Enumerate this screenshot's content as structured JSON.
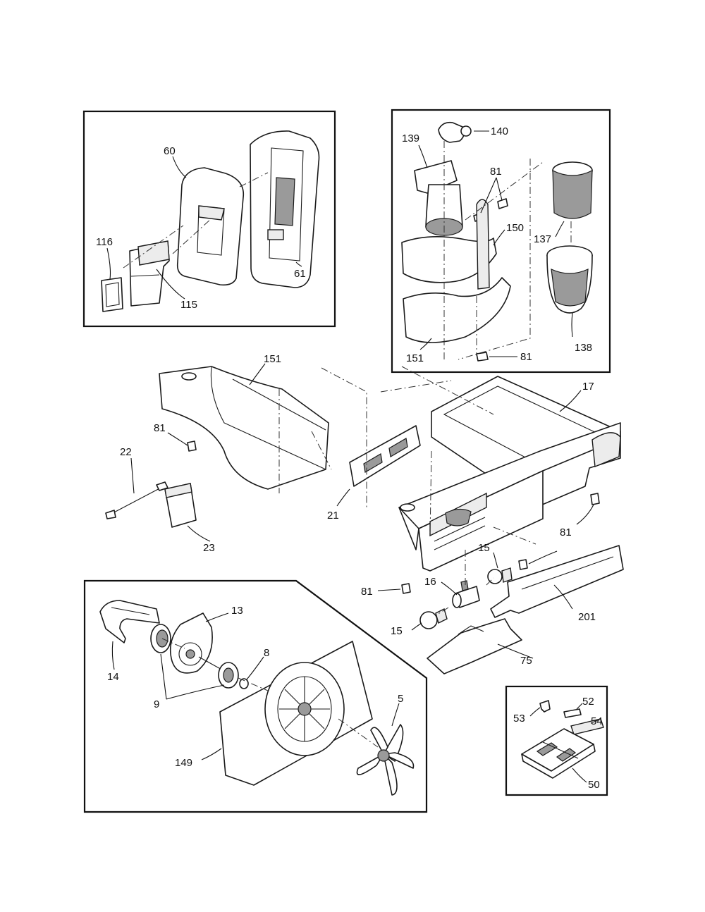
{
  "callouts": [
    {
      "key": "60",
      "text": "60"
    },
    {
      "key": "61",
      "text": "61"
    },
    {
      "key": "116",
      "text": "116"
    },
    {
      "key": "115",
      "text": "115"
    },
    {
      "key": "139",
      "text": "139"
    },
    {
      "key": "140",
      "text": "140"
    },
    {
      "key": "81a",
      "text": "81"
    },
    {
      "key": "150",
      "text": "150"
    },
    {
      "key": "137",
      "text": "137"
    },
    {
      "key": "138",
      "text": "138"
    },
    {
      "key": "151a",
      "text": "151"
    },
    {
      "key": "81b",
      "text": "81"
    },
    {
      "key": "151b",
      "text": "151"
    },
    {
      "key": "17",
      "text": "17"
    },
    {
      "key": "81c",
      "text": "81"
    },
    {
      "key": "22",
      "text": "22"
    },
    {
      "key": "21",
      "text": "21"
    },
    {
      "key": "23",
      "text": "23"
    },
    {
      "key": "81d",
      "text": "81"
    },
    {
      "key": "15a",
      "text": "15"
    },
    {
      "key": "81e",
      "text": "81"
    },
    {
      "key": "16",
      "text": "16"
    },
    {
      "key": "15b",
      "text": "15"
    },
    {
      "key": "201",
      "text": "201"
    },
    {
      "key": "75",
      "text": "75"
    },
    {
      "key": "13",
      "text": "13"
    },
    {
      "key": "14",
      "text": "14"
    },
    {
      "key": "8",
      "text": "8"
    },
    {
      "key": "9",
      "text": "9"
    },
    {
      "key": "5",
      "text": "5"
    },
    {
      "key": "149",
      "text": "149"
    },
    {
      "key": "53",
      "text": "53"
    },
    {
      "key": "52",
      "text": "52"
    },
    {
      "key": "54",
      "text": "54"
    },
    {
      "key": "50",
      "text": "50"
    }
  ]
}
